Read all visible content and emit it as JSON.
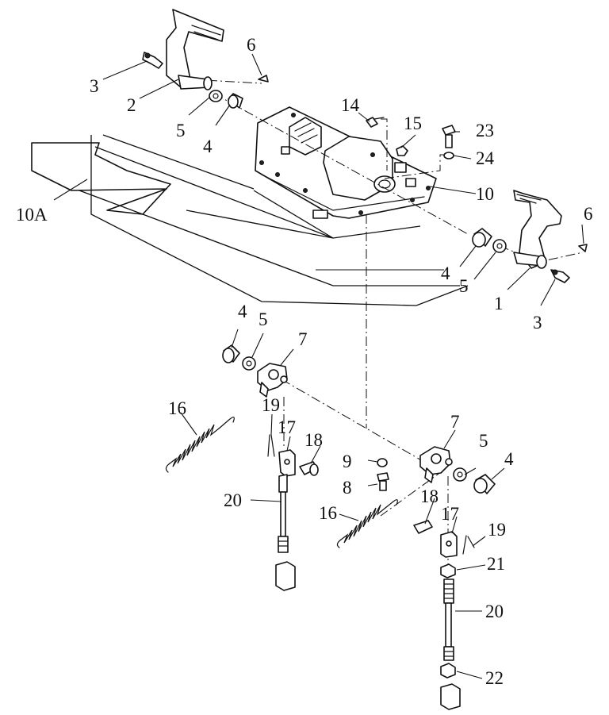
{
  "callouts": {
    "c1": "1",
    "c2": "2",
    "c3a": "3",
    "c3b": "3",
    "c4a": "4",
    "c4b": "4",
    "c4c": "4",
    "c4d": "4",
    "c5a": "5",
    "c5b": "5",
    "c5c": "5",
    "c5d": "5",
    "c6a": "6",
    "c6b": "6",
    "c7a": "7",
    "c7b": "7",
    "c8": "8",
    "c9": "9",
    "c10": "10",
    "c10a": "10A",
    "c14": "14",
    "c15": "15",
    "c16a": "16",
    "c16b": "16",
    "c17a": "17",
    "c17b": "17",
    "c18a": "18",
    "c18b": "18",
    "c19a": "19",
    "c19b": "19",
    "c20a": "20",
    "c20b": "20",
    "c21": "21",
    "c22": "22",
    "c23": "23",
    "c24": "24"
  }
}
